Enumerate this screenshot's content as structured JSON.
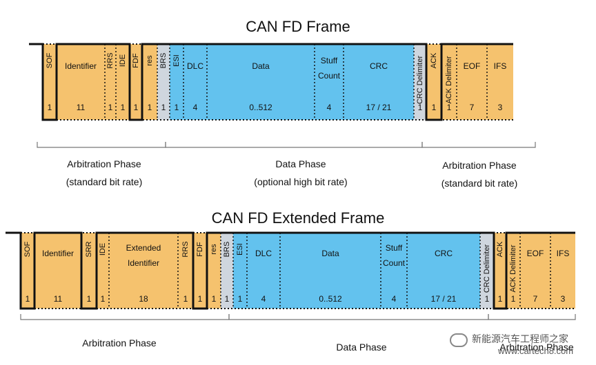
{
  "colors": {
    "arbitration": "#f5c26e",
    "data": "#63c2ee",
    "transition": "#cfd6de",
    "line": "#111111",
    "bracket": "#777777"
  },
  "frame1": {
    "title": "CAN FD Frame",
    "fields": [
      {
        "id": "sof",
        "label": "SOF",
        "bits": "1",
        "phase": "arbitration",
        "vertical": true
      },
      {
        "id": "identifier",
        "label": "Identifier",
        "bits": "11",
        "phase": "arbitration"
      },
      {
        "id": "rrs",
        "label": "RRS",
        "bits": "1",
        "phase": "arbitration",
        "vertical": true
      },
      {
        "id": "ide",
        "label": "IDE",
        "bits": "1",
        "phase": "arbitration",
        "vertical": true
      },
      {
        "id": "fdf",
        "label": "FDF",
        "bits": "1",
        "phase": "arbitration",
        "vertical": true
      },
      {
        "id": "res",
        "label": "res",
        "bits": "1",
        "phase": "arbitration",
        "vertical": true
      },
      {
        "id": "brs",
        "label": "BRS",
        "bits": "1",
        "phase": "transition",
        "vertical": true
      },
      {
        "id": "esi",
        "label": "ESI",
        "bits": "1",
        "phase": "data",
        "vertical": true
      },
      {
        "id": "dlc",
        "label": "DLC",
        "bits": "4",
        "phase": "data"
      },
      {
        "id": "data",
        "label": "Data",
        "bits": "0..512",
        "phase": "data"
      },
      {
        "id": "stuff-count",
        "label": "Stuff Count",
        "bits": "4",
        "phase": "data"
      },
      {
        "id": "crc",
        "label": "CRC",
        "bits": "17 / 21",
        "phase": "data"
      },
      {
        "id": "crc-delimiter",
        "label": "CRC Delimiter",
        "bits": "1",
        "phase": "transition",
        "vertical": true
      },
      {
        "id": "ack",
        "label": "ACK",
        "bits": "1",
        "phase": "arbitration",
        "vertical": true
      },
      {
        "id": "ack-delimiter",
        "label": "ACK Delimiter",
        "bits": "1",
        "phase": "arbitration",
        "vertical": true
      },
      {
        "id": "eof",
        "label": "EOF",
        "bits": "7",
        "phase": "arbitration"
      },
      {
        "id": "ifs",
        "label": "IFS",
        "bits": "3",
        "phase": "arbitration"
      }
    ],
    "phases": [
      {
        "name": "Arbitration Phase",
        "rate": "(standard bit rate)"
      },
      {
        "name": "Data Phase",
        "rate": "(optional high bit rate)"
      },
      {
        "name": "Arbitration Phase",
        "rate": "(standard bit rate)"
      }
    ]
  },
  "frame2": {
    "title": "CAN FD Extended Frame",
    "fields": [
      {
        "id": "sof",
        "label": "SOF",
        "bits": "1",
        "phase": "arbitration",
        "vertical": true
      },
      {
        "id": "identifier",
        "label": "Identifier",
        "bits": "11",
        "phase": "arbitration"
      },
      {
        "id": "srr",
        "label": "SRR",
        "bits": "1",
        "phase": "arbitration",
        "vertical": true
      },
      {
        "id": "ide",
        "label": "IDE",
        "bits": "1",
        "phase": "arbitration",
        "vertical": true
      },
      {
        "id": "extended-identifier",
        "label": "Extended Identifier",
        "bits": "18",
        "phase": "arbitration"
      },
      {
        "id": "rrs",
        "label": "RRS",
        "bits": "1",
        "phase": "arbitration",
        "vertical": true
      },
      {
        "id": "fdf",
        "label": "FDF",
        "bits": "1",
        "phase": "arbitration",
        "vertical": true
      },
      {
        "id": "res",
        "label": "res",
        "bits": "1",
        "phase": "arbitration",
        "vertical": true
      },
      {
        "id": "brs",
        "label": "BRS",
        "bits": "1",
        "phase": "transition",
        "vertical": true
      },
      {
        "id": "esi",
        "label": "ESI",
        "bits": "1",
        "phase": "data",
        "vertical": true
      },
      {
        "id": "dlc",
        "label": "DLC",
        "bits": "4",
        "phase": "data"
      },
      {
        "id": "data",
        "label": "Data",
        "bits": "0..512",
        "phase": "data"
      },
      {
        "id": "stuff-count",
        "label": "Stuff Count",
        "bits": "4",
        "phase": "data"
      },
      {
        "id": "crc",
        "label": "CRC",
        "bits": "17 / 21",
        "phase": "data"
      },
      {
        "id": "crc-delimiter",
        "label": "CRC Delimiter",
        "bits": "1",
        "phase": "transition",
        "vertical": true
      },
      {
        "id": "ack",
        "label": "ACK",
        "bits": "1",
        "phase": "arbitration",
        "vertical": true
      },
      {
        "id": "ack-delimiter",
        "label": "ACK Delimiter",
        "bits": "1",
        "phase": "arbitration",
        "vertical": true
      },
      {
        "id": "eof",
        "label": "EOF",
        "bits": "7",
        "phase": "arbitration"
      },
      {
        "id": "ifs",
        "label": "IFS",
        "bits": "3",
        "phase": "arbitration"
      }
    ],
    "phases": [
      {
        "name": "Arbitration Phase"
      },
      {
        "name": "Data Phase"
      },
      {
        "name": "Arbitration Phase"
      }
    ]
  },
  "watermark": {
    "name": "新能源汽车工程师之家",
    "url": "www.cartech8.com"
  }
}
